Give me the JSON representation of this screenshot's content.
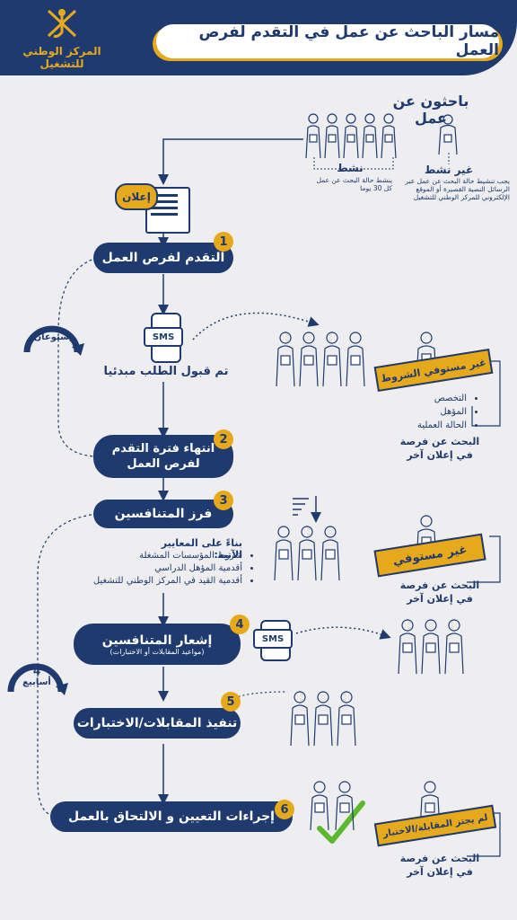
{
  "header": {
    "logo_line1": "المركز الوطني",
    "logo_line2": "للتشغيل",
    "title": "مسار الباحث عن عمل في التقدم لفرص العمل"
  },
  "seekers": {
    "heading": "باحثون عن عمل",
    "active_label": "نشط",
    "active_desc": "ينشط حالة البحث عن عمل كل 30 يوما",
    "inactive_label": "غير نشط",
    "inactive_desc": "يجب تنشيط حالة البحث عن عمل عبر الرسائل النصية القصيرة أو الموقع الإلكتروني للمركز الوطني للتشغيل"
  },
  "announcement_label": "إعلان",
  "steps": [
    {
      "number": "1",
      "label": "التقدم لفرص العمل"
    },
    {
      "number": "2",
      "label": "انتهاء فترة التقدم لفرص العمل"
    },
    {
      "number": "3",
      "label": "فرز المتنافسين"
    },
    {
      "number": "4",
      "label": "إشعار المتنافسين",
      "sublabel": "(مواعيد المقابلات أو الاختبارات)"
    },
    {
      "number": "5",
      "label": "تنفيذ المقابلات/الاختبارات"
    },
    {
      "number": "6",
      "label": "إجراءات التعيين و الالتحاق بالعمل"
    }
  ],
  "sms_label": "SMS",
  "accepted_label": "تم قبول الطلب مبدئيا",
  "two_weeks": "إسبوعان",
  "four_weeks_num": "4",
  "four_weeks": "أسابيع",
  "not_qualified_conditions": {
    "tag": "غير مستوفي الشروط",
    "items": [
      "التخصص",
      "المؤهل",
      "الحالة العملية"
    ]
  },
  "search_other_line1": "البحث عن فرصة",
  "search_other_line2": "في إعلان آخر",
  "criteria": {
    "heading": "بناءً على المعايير الآتية:",
    "items": [
      "شروط المؤسسات المشغلة",
      "أقدمية المؤهل الدراسي",
      "أقدمية القيد في المركز الوطني للتشغيل"
    ]
  },
  "not_qualified_tag": "غير مستوفي",
  "not_passed_tag": "لم يجتز المقابلة/الاختبار",
  "colors": {
    "navy": "#1e3a6e",
    "gold": "#e7a91c",
    "background": "#eeeef0",
    "check": "#5cb82e"
  }
}
